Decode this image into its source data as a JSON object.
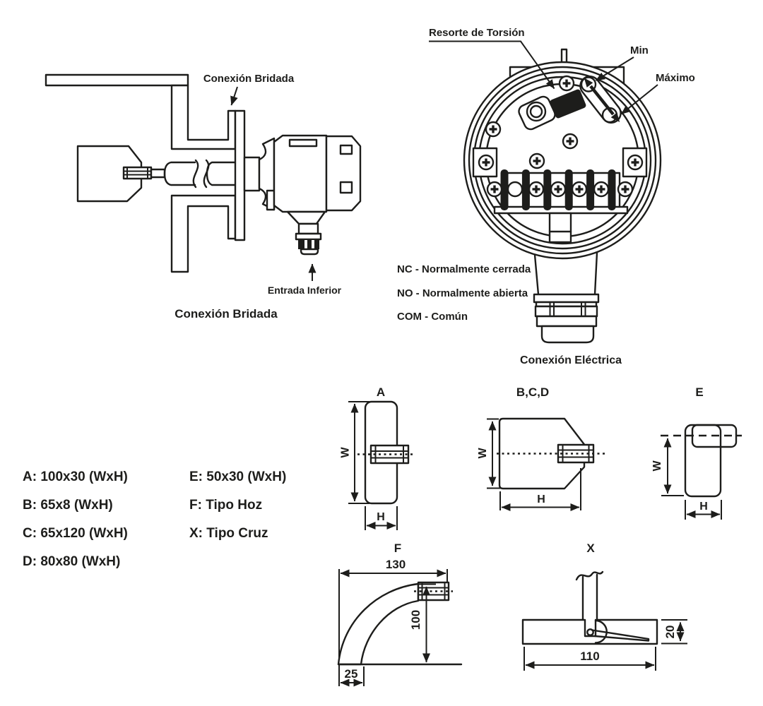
{
  "colors": {
    "ink": "#1d1d1b",
    "paper": "#ffffff"
  },
  "flanged_view": {
    "callout_flange": "Conexión Bridada",
    "callout_bottom_entry": "Entrada Inferior",
    "caption": "Conexión Bridada"
  },
  "housing_view": {
    "callout_torsion_spring": "Resorte de Torsión",
    "callout_min": "Min",
    "callout_max": "Máximo",
    "legend_nc": "NC - Normalmente cerrada",
    "legend_no": "NO - Normalmente abierta",
    "legend_com": "COM - Común",
    "caption": "Conexión Eléctrica"
  },
  "paddle_list": {
    "a": "A: 100x30 (WxH)",
    "b": "B: 65x8 (WxH)",
    "c": "C: 65x120 (WxH)",
    "d": "D: 80x80 (WxH)",
    "e": "E: 50x30 (WxH)",
    "f": "F: Tipo Hoz",
    "x": "X: Tipo Cruz"
  },
  "paddles": {
    "a": {
      "title": "A",
      "dim_w": "W",
      "dim_h": "H"
    },
    "bcd": {
      "title": "B,C,D",
      "dim_w": "W",
      "dim_h": "H"
    },
    "e": {
      "title": "E",
      "dim_w": "W",
      "dim_h": "H"
    },
    "f": {
      "title": "F",
      "dim_top": "130",
      "dim_side": "100",
      "dim_tip": "25"
    },
    "x": {
      "title": "X",
      "dim_height": "20",
      "dim_width": "110"
    }
  }
}
